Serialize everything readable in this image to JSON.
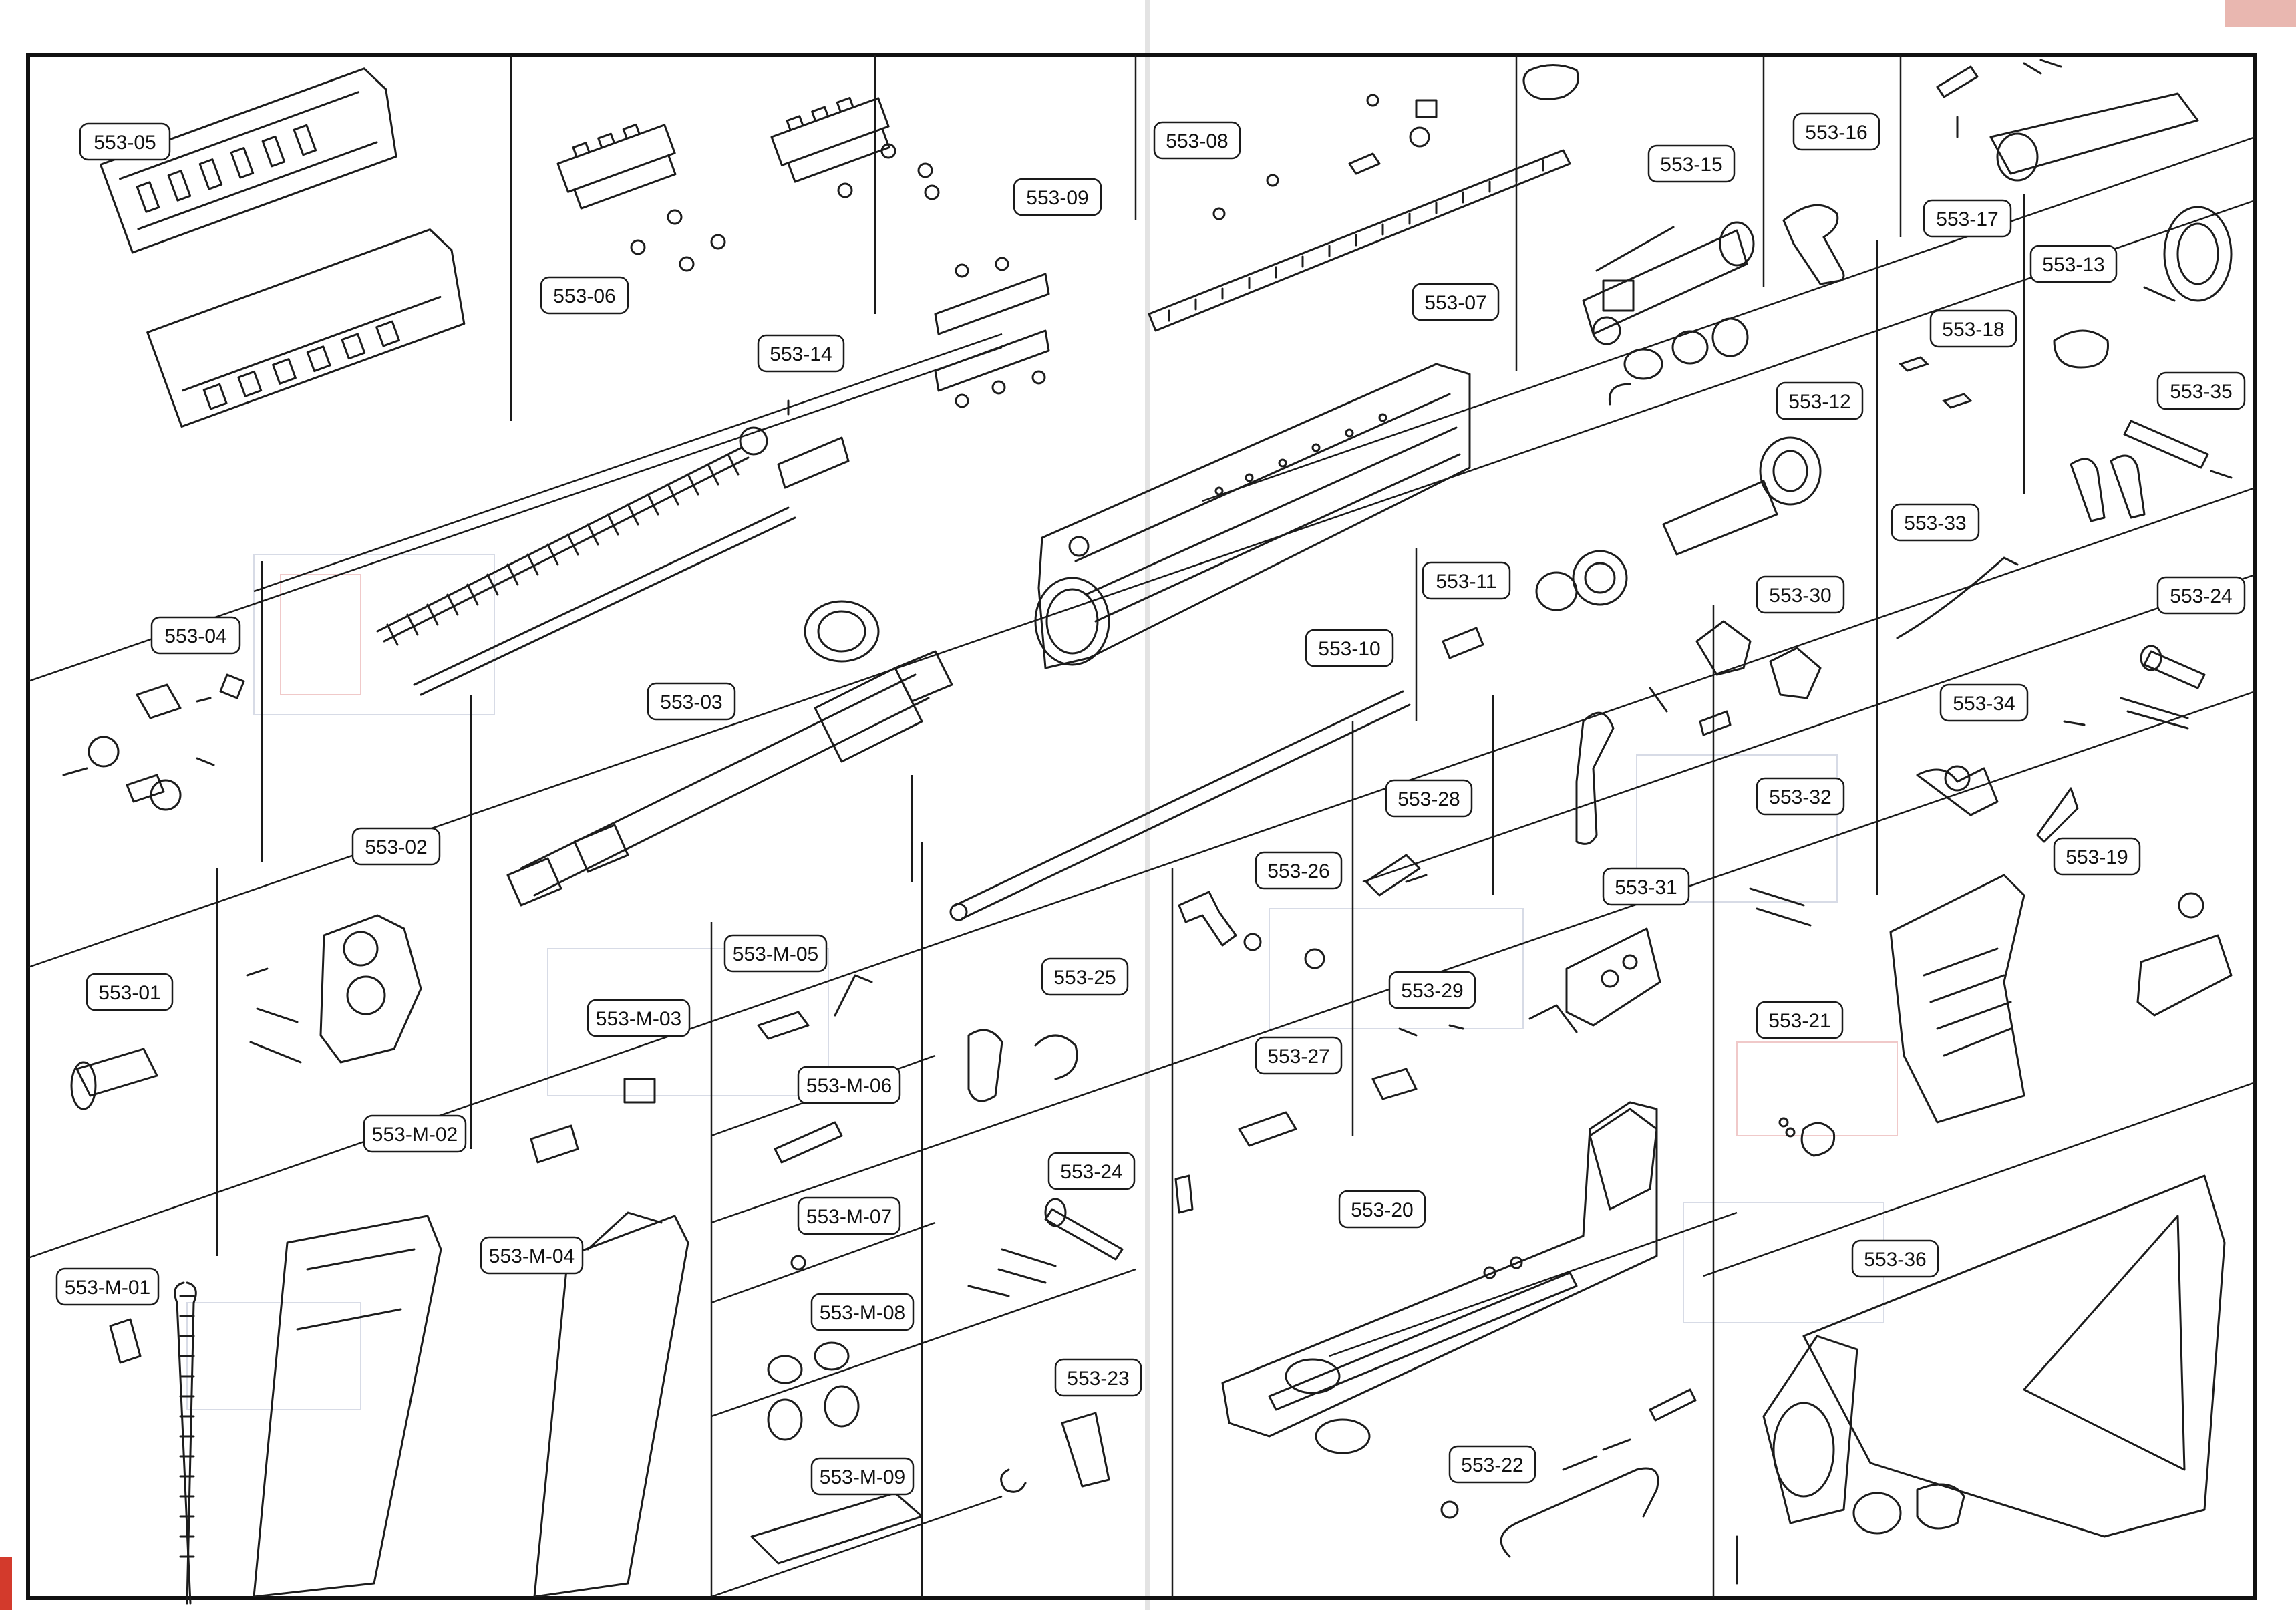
{
  "colors": {
    "frame": "#111111",
    "line": "#1c1c1c",
    "paper": "#ffffff",
    "corner_red": "#d33a2c",
    "bleed_blue": "#c9d3ea"
  },
  "labels": {
    "l553_05": "553-05",
    "l553_06": "553-06",
    "l553_14": "553-14",
    "l553_09": "553-09",
    "l553_08": "553-08",
    "l553_07": "553-07",
    "l553_15": "553-15",
    "l553_16": "553-16",
    "l553_17": "553-17",
    "l553_13": "553-13",
    "l553_18": "553-18",
    "l553_12": "553-12",
    "l553_35": "553-35",
    "l553_04": "553-04",
    "l553_03": "553-03",
    "l553_11": "553-11",
    "l553_10": "553-10",
    "l553_33": "553-33",
    "l553_30": "553-30",
    "l553_24a": "553-24",
    "l553_34": "553-34",
    "l553_02": "553-02",
    "l553_28": "553-28",
    "l553_32": "553-32",
    "l553_26": "553-26",
    "l553_31": "553-31",
    "l553_19": "553-19",
    "l553_01": "553-01",
    "l553_M05": "553-M-05",
    "l553_25": "553-25",
    "l553_29": "553-29",
    "l553_M03": "553-M-03",
    "l553_27": "553-27",
    "l553_21": "553-21",
    "l553_M06": "553-M-06",
    "l553_M02": "553-M-02",
    "l553_24b": "553-24",
    "l553_20": "553-20",
    "l553_M07": "553-M-07",
    "l553_M04": "553-M-04",
    "l553_36": "553-36",
    "l553_M01": "553-M-01",
    "l553_M08": "553-M-08",
    "l553_23": "553-23",
    "l553_22": "553-22",
    "l553_M09": "553-M-09"
  }
}
